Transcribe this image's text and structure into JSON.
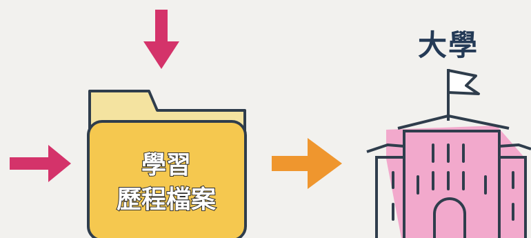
{
  "destination_label": "大學",
  "folder": {
    "line1": "學習",
    "line2": "歷程檔案"
  },
  "colors": {
    "background": "#f2f1ee",
    "input_arrow": "#d4336a",
    "output_arrow": "#ef962e",
    "folder_fill": "#f5c84f",
    "building_fill": "#f2a9cc",
    "building_stroke": "#2f3d4c",
    "title_text": "#243a56"
  },
  "icons": [
    "arrow-down-icon",
    "arrow-right-icon",
    "folder-icon",
    "arrow-right-icon",
    "university-building-icon"
  ]
}
